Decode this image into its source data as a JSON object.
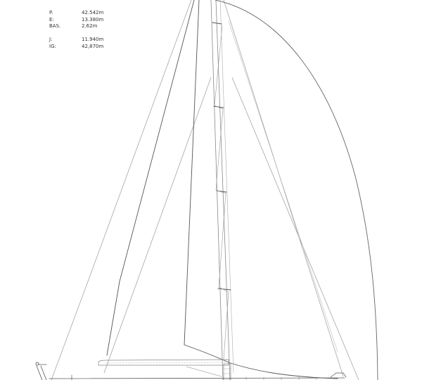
{
  "drawing": {
    "type": "sail plan",
    "colors": {
      "line": "#555555",
      "light_line": "#9a9a9a",
      "background": "#ffffff"
    }
  },
  "specs": {
    "group1": [
      {
        "label": "P.",
        "value": "42.542m"
      },
      {
        "label": "E:",
        "value": "13.380m"
      },
      {
        "label": "BAS.",
        "value": "2.62m"
      }
    ],
    "group2": [
      {
        "label": "J:",
        "value": "11.940m"
      },
      {
        "label": "IG:",
        "value": "42,870m"
      }
    ]
  }
}
